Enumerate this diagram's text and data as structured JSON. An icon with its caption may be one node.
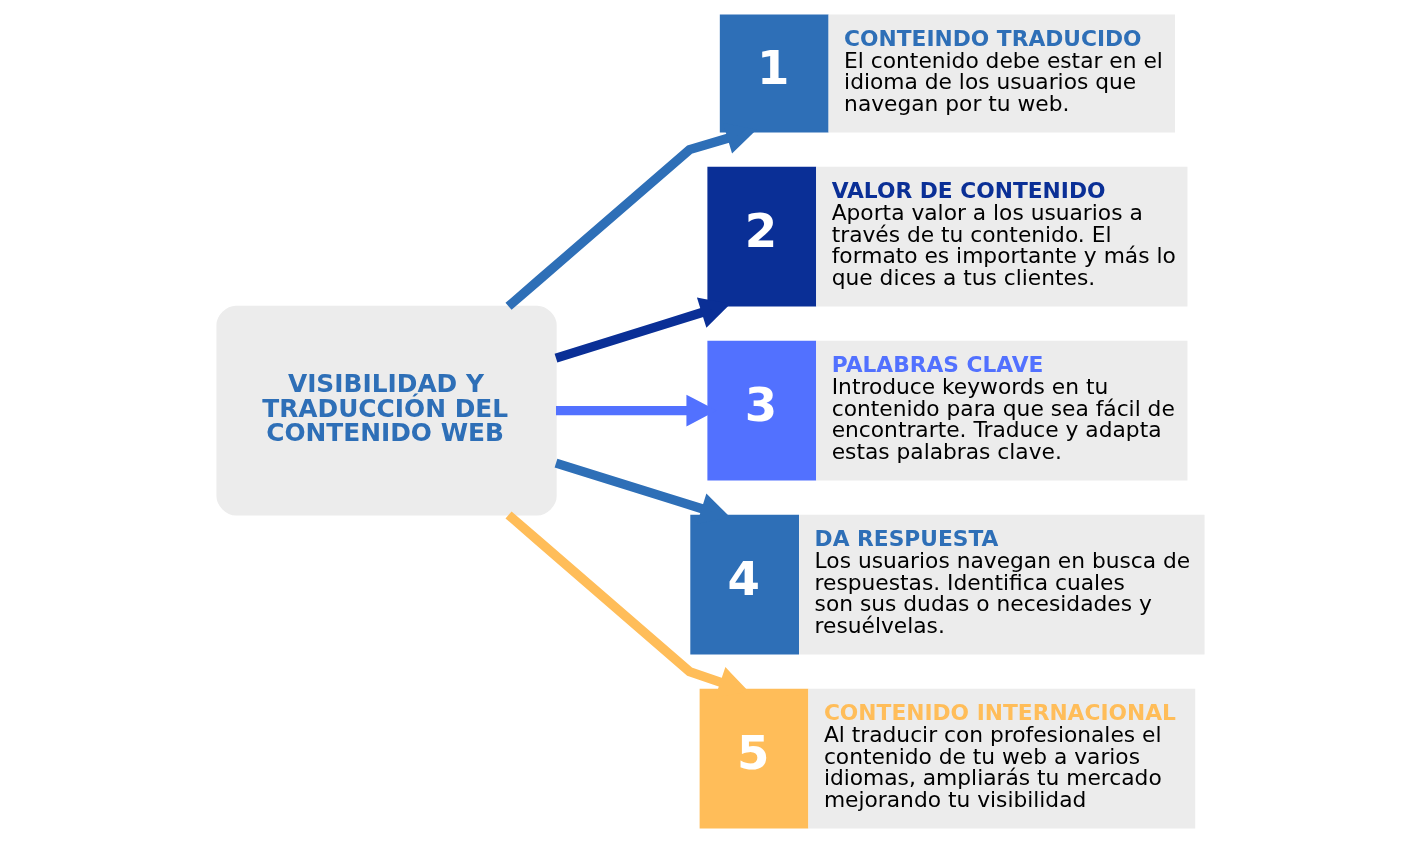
{
  "diagram": {
    "nodes": [
      {
        "text": [
          "VISIBILIDAD Y TRADUCCIÓN DEL CONTENIDO WEB"
        ]
      },
      {
        "text": [
          "1",
          "CONTEINDO TRADUCIDO",
          "El contenido debe estar en el idioma de los usuarios que navegan por tu web."
        ]
      },
      {
        "text": [
          "2",
          "VALOR DE CONTENIDO",
          "Aporta valor a los usuarios a través de tu contenido. El formato es importante y más lo que dices a tus clientes."
        ]
      },
      {
        "text": [
          "3",
          "PALABRAS CLAVE",
          "Introduce keywords en tu contenido para que sea fácil de encontrarte. Traduce y adapta estas palabras clave."
        ]
      },
      {
        "text": [
          "4",
          "DA RESPUESTA",
          "Los usuarios navegan en busca de respuestas. Identifica cuales son sus dudas o necesidades y resuélvelas."
        ]
      },
      {
        "text": [
          "5",
          "CONTENIDO INTERNACIONAL",
          "Al traducir con profesionales el contenido de tu web a varios idiomas, ampliarás tu mercado mejorando tu visibilidad"
        ]
      }
    ],
    "edges": [
      {
        "from": 0,
        "to": 1,
        "arrow": "to",
        "color": "#2e6fb7"
      },
      {
        "from": 0,
        "to": 2,
        "arrow": "to",
        "color": "#0a2f96"
      },
      {
        "from": 0,
        "to": 3,
        "arrow": "to",
        "color": "#5271ff"
      },
      {
        "from": 0,
        "to": 4,
        "arrow": "to",
        "color": "#2e6fb7"
      },
      {
        "from": 0,
        "to": 5,
        "arrow": "to",
        "color": "#ffbd59"
      }
    ]
  }
}
